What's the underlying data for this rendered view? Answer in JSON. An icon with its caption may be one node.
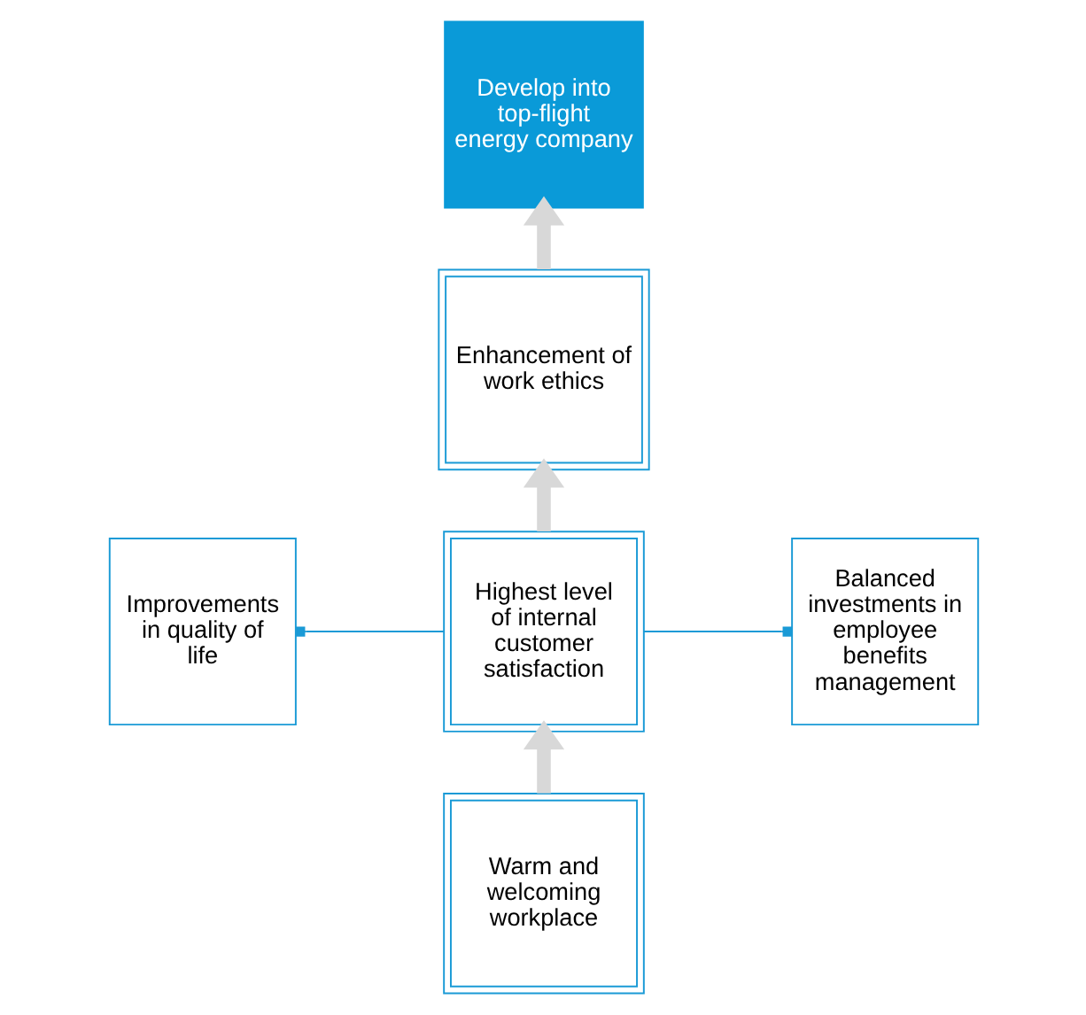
{
  "diagram": {
    "nodes": [
      {
        "text": [
          "Develop into top-flight energy company"
        ]
      },
      {
        "text": [
          "Enhancement of work ethics"
        ]
      },
      {
        "text": [
          "Improvements in quality of life"
        ]
      },
      {
        "text": [
          "Highest level of internal customer satisfaction"
        ]
      },
      {
        "text": [
          "Balanced investments in employee benefits management"
        ]
      },
      {
        "text": [
          "Warm and welcoming workplace"
        ]
      }
    ],
    "edges": [
      {
        "from": 5,
        "to": 3,
        "arrow": "to"
      },
      {
        "from": 3,
        "to": 1,
        "arrow": "to"
      },
      {
        "from": 1,
        "to": 0,
        "arrow": "to"
      },
      {
        "from": 3,
        "to": 2,
        "arrow": "other",
        "color": "#1a9ad6"
      },
      {
        "from": 3,
        "to": 4,
        "arrow": "other",
        "color": "#1a9ad6"
      }
    ]
  }
}
